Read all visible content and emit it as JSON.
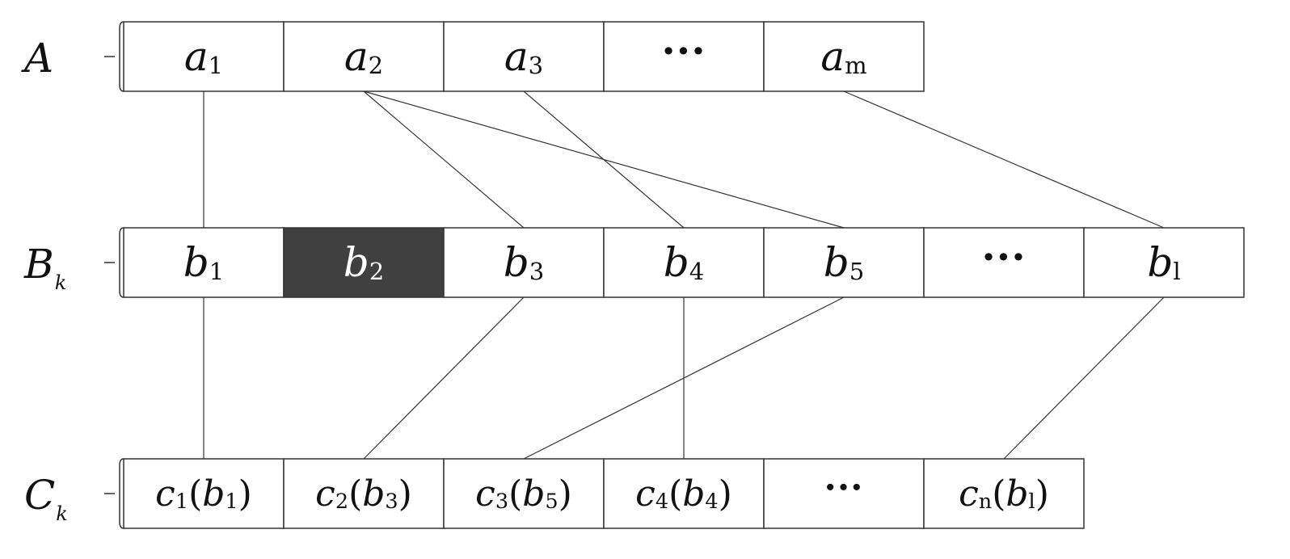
{
  "colors": {
    "stroke": "#333333",
    "cell_fill": "#ffffff",
    "highlight_fill": "#404040",
    "highlight_text": "#ffffff"
  },
  "rows": [
    {
      "id": "A",
      "label": {
        "symbol": "A",
        "subscript": ""
      },
      "cells": [
        {
          "var": "a",
          "sub": "1"
        },
        {
          "var": "a",
          "sub": "2"
        },
        {
          "var": "a",
          "sub": "3"
        },
        {
          "ellipsis": "···"
        },
        {
          "var": "a",
          "sub": "m"
        }
      ]
    },
    {
      "id": "B",
      "label": {
        "symbol": "B",
        "subscript": "k"
      },
      "cells": [
        {
          "var": "b",
          "sub": "1"
        },
        {
          "var": "b",
          "sub": "2",
          "highlight": true
        },
        {
          "var": "b",
          "sub": "3"
        },
        {
          "var": "b",
          "sub": "4"
        },
        {
          "var": "b",
          "sub": "5"
        },
        {
          "ellipsis": "···"
        },
        {
          "var": "b",
          "sub": "l"
        }
      ]
    },
    {
      "id": "C",
      "label": {
        "symbol": "C",
        "subscript": "k"
      },
      "cells": [
        {
          "var": "c",
          "sub": "1",
          "arg_var": "b",
          "arg_sub": "1"
        },
        {
          "var": "c",
          "sub": "2",
          "arg_var": "b",
          "arg_sub": "3"
        },
        {
          "var": "c",
          "sub": "3",
          "arg_var": "b",
          "arg_sub": "5"
        },
        {
          "var": "c",
          "sub": "4",
          "arg_var": "b",
          "arg_sub": "4"
        },
        {
          "ellipsis": "···"
        },
        {
          "var": "c",
          "sub": "n",
          "arg_var": "b",
          "arg_sub": "l"
        }
      ]
    }
  ],
  "links": [
    {
      "from": "A.0",
      "to": "B.0"
    },
    {
      "from": "A.1",
      "to": "B.2"
    },
    {
      "from": "A.1",
      "to": "B.4"
    },
    {
      "from": "A.2",
      "to": "B.3"
    },
    {
      "from": "A.4",
      "to": "B.6"
    },
    {
      "from": "B.0",
      "to": "C.0"
    },
    {
      "from": "B.2",
      "to": "C.1"
    },
    {
      "from": "B.4",
      "to": "C.2"
    },
    {
      "from": "B.3",
      "to": "C.3"
    },
    {
      "from": "B.6",
      "to": "C.5"
    }
  ]
}
